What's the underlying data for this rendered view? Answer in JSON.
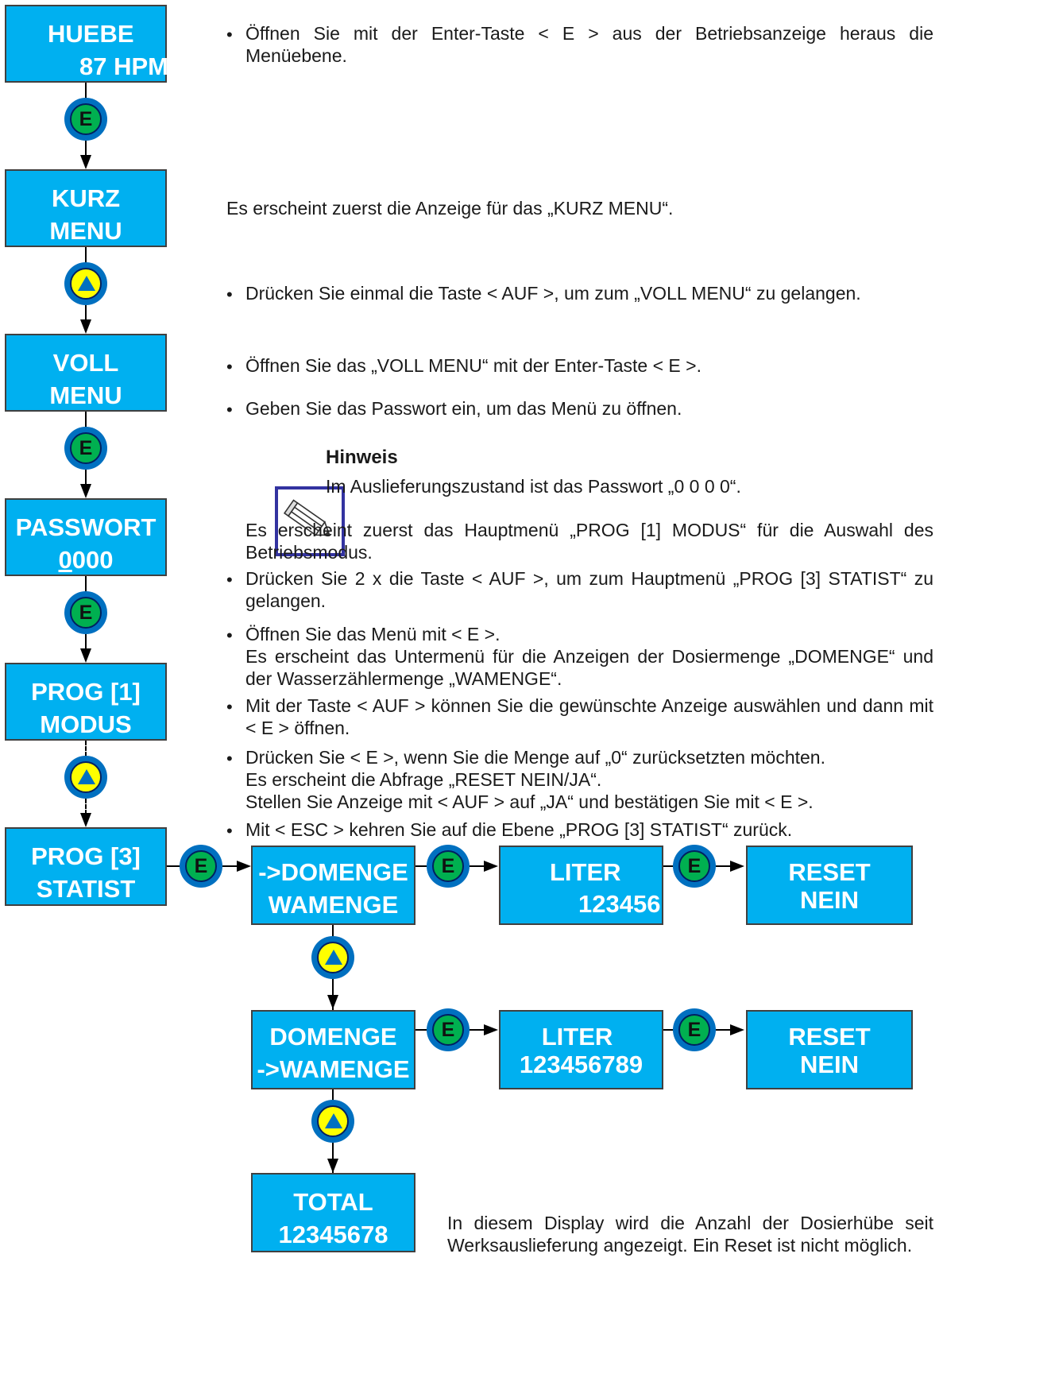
{
  "boxes": {
    "huebe": {
      "line1": "HUEBE",
      "line2": "87 HPM"
    },
    "kurz": {
      "line1": "KURZ",
      "line2": "MENU"
    },
    "voll": {
      "line1": "VOLL",
      "line2": "MENU"
    },
    "passwort": {
      "line1": "PASSWORT",
      "line2_first": "0",
      "line2_rest": "000"
    },
    "prog1": {
      "line1": "PROG [1]",
      "line2": "MODUS"
    },
    "prog3": {
      "line1": "PROG [3]",
      "line2": "STATIST"
    },
    "domenge_sel": {
      "line1": "->DOMENGE",
      "line2": "WAMENGE"
    },
    "liter1": {
      "line1": "LITER",
      "line2": "123456"
    },
    "reset1": {
      "line1": "RESET",
      "line2": "NEIN"
    },
    "wamenge_sel": {
      "line1": "DOMENGE",
      "line2": "->WAMENGE"
    },
    "liter2": {
      "line1": "LITER",
      "line2": "123456789"
    },
    "reset2": {
      "line1": "RESET",
      "line2": "NEIN"
    },
    "total": {
      "line1": "TOTAL",
      "line2": "12345678"
    }
  },
  "buttons": {
    "enter_label": "E",
    "up_icon": "up-arrow-icon"
  },
  "bullet": "•",
  "text": {
    "p1": "Öffnen Sie mit der Enter-Taste < E > aus der Betriebsanzeige heraus die Menüebene.",
    "p2": "Es erscheint zuerst die Anzeige für das „KURZ MENU“.",
    "p3": "Drücken Sie einmal die Taste < AUF >, um zum „VOLL MENU“ zu gelangen.",
    "p4": "Öffnen Sie das „VOLL MENU“ mit der Enter-Taste < E >.",
    "p5": "Geben Sie das Passwort ein, um das Menü zu öffnen.",
    "note_title": "Hinweis",
    "note_text": "Im Auslieferungszustand ist das Passwort „0 0 0 0“.",
    "p6": "Es erscheint zuerst das Hauptmenü „PROG [1] MODUS“ für die Auswahl des Betriebsmodus.",
    "p7": "Drücken Sie 2 x die Taste < AUF >, um zum Hauptmenü „PROG [3] STATIST“ zu gelangen.",
    "p8_line1": "Öffnen Sie das Menü mit < E >.",
    "p8_line2": "Es erscheint das Untermenü für die Anzeigen der Dosiermenge „DOMENGE“ und der Wasserzählermenge „WAMENGE“.",
    "p9": "Mit der Taste < AUF > können Sie die gewünschte Anzeige auswählen und dann mit < E > öffnen.",
    "p10_line1": "Drücken Sie < E >, wenn Sie die Menge auf „0“ zurücksetzten möchten.",
    "p10_line2": "Es erscheint die Abfrage „RESET NEIN/JA“.",
    "p10_line3": "Stellen Sie Anzeige mit < AUF > auf „JA“ und bestätigen Sie mit < E >.",
    "p11": "Mit < ESC > kehren Sie auf die Ebene „PROG [3] STATIST“ zurück.",
    "p12": "In diesem Display wird die Anzahl der Dosierhübe seit Werksauslieferung angezeigt. Ein Reset ist nicht möglich."
  }
}
